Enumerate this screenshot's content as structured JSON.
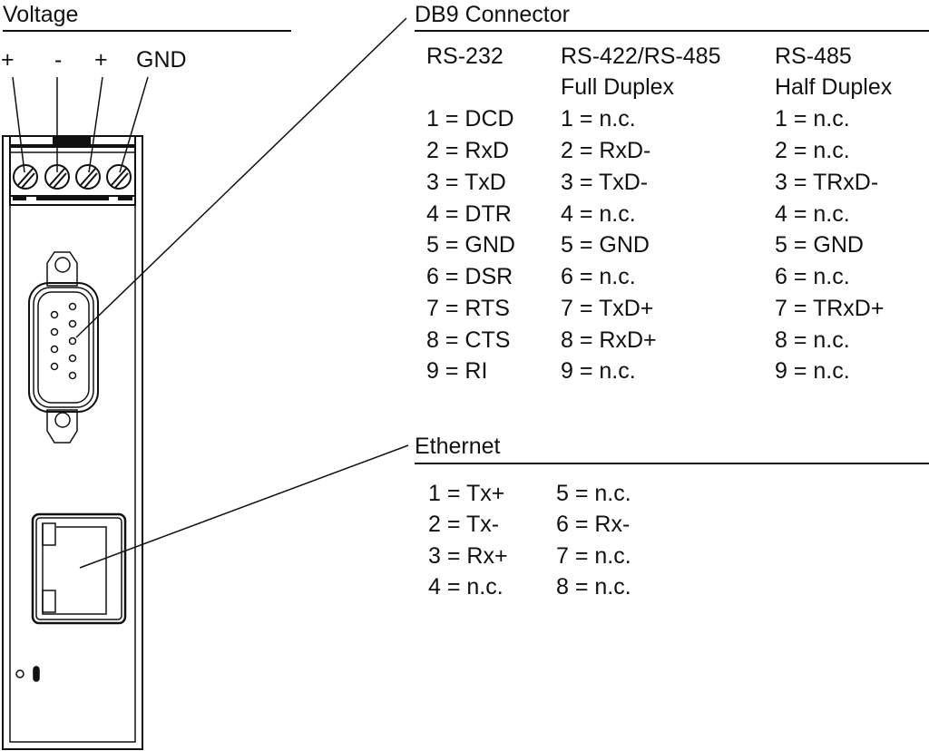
{
  "voltage": {
    "title": "Voltage",
    "terminals": [
      "+",
      "-",
      "+",
      "GND"
    ]
  },
  "db9": {
    "title": "DB9 Connector",
    "columns": [
      {
        "header": [
          "RS-232",
          ""
        ],
        "pins": [
          "1 = DCD",
          "2 = RxD",
          "3 = TxD",
          "4 = DTR",
          "5 = GND",
          "6 = DSR",
          "7 = RTS",
          "8 = CTS",
          "9 = RI"
        ]
      },
      {
        "header": [
          "RS-422/RS-485",
          "Full Duplex"
        ],
        "pins": [
          "1 = n.c.",
          "2 = RxD-",
          "3 = TxD-",
          "4 = n.c.",
          "5 = GND",
          "6 = n.c.",
          "7 = TxD+",
          "8 = RxD+",
          "9 = n.c."
        ]
      },
      {
        "header": [
          "RS-485",
          "Half Duplex"
        ],
        "pins": [
          "1 = n.c.",
          "2 = n.c.",
          "3 = TRxD-",
          "4 = n.c.",
          "5 = GND",
          "6 = n.c.",
          "7 = TRxD+",
          "8 = n.c.",
          "9 = n.c."
        ]
      }
    ]
  },
  "ethernet": {
    "title": "Ethernet",
    "columns": [
      {
        "pins": [
          "1 = Tx+",
          "2 = Tx-",
          "3 = Rx+",
          "4 = n.c."
        ]
      },
      {
        "pins": [
          "5 = n.c.",
          "6 = Rx-",
          "7 = n.c.",
          "8 = n.c."
        ]
      }
    ]
  }
}
